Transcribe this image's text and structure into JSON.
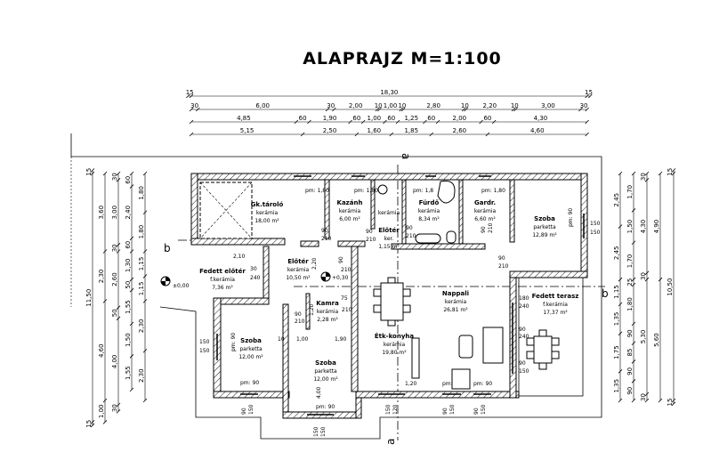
{
  "title": "ALAPRAJZ  M=1:100",
  "scale": "M=1:100",
  "top_dimensions": [
    [
      {
        "label": "15",
        "m": 0.15
      },
      {
        "label": "18,30",
        "m": 18.3
      },
      {
        "label": "15",
        "m": 0.15
      }
    ],
    [
      {
        "label": "30",
        "m": 0.3
      },
      {
        "label": "6,00",
        "m": 6.0
      },
      {
        "label": "30",
        "m": 0.3
      },
      {
        "label": "2,00",
        "m": 2.0
      },
      {
        "label": "10",
        "m": 0.1
      },
      {
        "label": "1,00",
        "m": 1.0
      },
      {
        "label": "10",
        "m": 0.1
      },
      {
        "label": "2,80",
        "m": 2.8
      },
      {
        "label": "10",
        "m": 0.1
      },
      {
        "label": "2,20",
        "m": 2.2
      },
      {
        "label": "10",
        "m": 0.1
      },
      {
        "label": "3,00",
        "m": 3.0
      },
      {
        "label": "30",
        "m": 0.3
      }
    ],
    [
      {
        "label": "4,85",
        "m": 4.85
      },
      {
        "label": "60",
        "m": 0.6
      },
      {
        "label": "1,90",
        "m": 1.9
      },
      {
        "label": "60",
        "m": 0.6
      },
      {
        "label": "1,00",
        "m": 1.0
      },
      {
        "label": "60",
        "m": 0.6
      },
      {
        "label": "1,25",
        "m": 1.25
      },
      {
        "label": "60",
        "m": 0.6
      },
      {
        "label": "2,00",
        "m": 2.0
      },
      {
        "label": "60",
        "m": 0.6
      },
      {
        "label": "4,30",
        "m": 4.3
      }
    ],
    [
      {
        "label": "5,15",
        "m": 5.15
      },
      {
        "label": "2,50",
        "m": 2.5
      },
      {
        "label": "1,60",
        "m": 1.6
      },
      {
        "label": "1,85",
        "m": 1.85
      },
      {
        "label": "2,60",
        "m": 2.6
      },
      {
        "label": "4,60",
        "m": 4.6
      }
    ]
  ],
  "left_dimensions": [
    [
      {
        "label": "15",
        "m": 0.15
      },
      {
        "label": "11,50",
        "m": 11.5
      },
      {
        "label": "15",
        "m": 0.15
      }
    ],
    [
      {
        "label": "3,60",
        "m": 3.6
      },
      {
        "label": "2,30",
        "m": 2.3
      },
      {
        "label": "4,60",
        "m": 4.6
      },
      {
        "label": "1,00",
        "m": 1.0
      }
    ],
    [
      {
        "label": "30",
        "m": 0.3
      },
      {
        "label": "3,00",
        "m": 3.0
      },
      {
        "label": "30",
        "m": 0.3
      },
      {
        "label": "2,60",
        "m": 2.6
      },
      {
        "label": "50",
        "m": 0.5
      },
      {
        "label": "4,00",
        "m": 4.0
      },
      {
        "label": "30",
        "m": 0.3
      }
    ],
    [
      {
        "label": "60",
        "m": 0.6
      },
      {
        "label": "2,40",
        "m": 2.4
      },
      {
        "label": "60",
        "m": 0.6
      },
      {
        "label": "1,30",
        "m": 1.3
      },
      {
        "label": "50",
        "m": 0.5
      },
      {
        "label": "1,55",
        "m": 1.55
      },
      {
        "label": "1,50",
        "m": 1.5
      },
      {
        "label": "1,55",
        "m": 1.55
      }
    ],
    [
      {
        "label": "1,80",
        "m": 1.8
      },
      {
        "label": "1,80",
        "m": 1.8
      },
      {
        "label": "1,15",
        "m": 1.15
      },
      {
        "label": "1,15",
        "m": 1.15
      },
      {
        "label": "2,30",
        "m": 2.3
      },
      {
        "label": "2,30",
        "m": 2.3
      }
    ]
  ],
  "right_dimensions": [
    [
      {
        "label": "2,45",
        "m": 2.45
      },
      {
        "label": "2,45",
        "m": 2.45
      },
      {
        "label": "1,15",
        "m": 1.15
      },
      {
        "label": "1,35",
        "m": 1.35
      },
      {
        "label": "1,75",
        "m": 1.75
      },
      {
        "label": "1,35",
        "m": 1.35
      }
    ],
    [
      {
        "label": "1,70",
        "m": 1.7
      },
      {
        "label": "1,50",
        "m": 1.5
      },
      {
        "label": "1,70",
        "m": 1.7
      },
      {
        "label": "25",
        "m": 0.25
      },
      {
        "label": "1,80",
        "m": 1.8
      },
      {
        "label": "90",
        "m": 0.9
      },
      {
        "label": "85",
        "m": 0.85
      },
      {
        "label": "90",
        "m": 0.9
      },
      {
        "label": "90",
        "m": 0.9
      }
    ],
    [
      {
        "label": "30",
        "m": 0.3
      },
      {
        "label": "4,30",
        "m": 4.3
      },
      {
        "label": "30",
        "m": 0.3
      },
      {
        "label": "5,30",
        "m": 5.3
      },
      {
        "label": "30",
        "m": 0.3
      }
    ],
    [
      {
        "label": "4,90",
        "m": 4.9
      },
      {
        "label": "5,60",
        "m": 5.6
      }
    ],
    [
      {
        "label": "15",
        "m": 0.15
      },
      {
        "label": "10,50",
        "m": 10.5
      },
      {
        "label": "15",
        "m": 0.15
      }
    ]
  ],
  "rooms": [
    {
      "name": "Gk.tároló",
      "floor": "kerámia",
      "area": "18,00 m²"
    },
    {
      "name": "Kazánh",
      "floor": "kerámia",
      "area": "6,00 m²"
    },
    {
      "name": "",
      "floor": "kerámia",
      "area": ""
    },
    {
      "name": "Fürdő",
      "floor": "kerámia",
      "area": "8,34 m²"
    },
    {
      "name": "Gardr.",
      "floor": "kerámia",
      "area": "6,60 m²"
    },
    {
      "name": "Szoba",
      "floor": "parketta",
      "area": "12,89 m²"
    },
    {
      "name": "Előtér",
      "floor": "ker.",
      "area": "1,15 m²"
    },
    {
      "name": "Előtér",
      "floor": "kerámia",
      "area": "10,50 m²"
    },
    {
      "name": "Fedett előtér",
      "floor": "f.kerámia",
      "area": "7,36 m²"
    },
    {
      "name": "Kamra",
      "floor": "kerámia",
      "area": "2,28 m²"
    },
    {
      "name": "Nappali",
      "floor": "kerámia",
      "area": "26,81 m²"
    },
    {
      "name": "Fedett terasz",
      "floor": "f.kerámia",
      "area": "17,37 m²"
    },
    {
      "name": "Szoba",
      "floor": "parketta",
      "area": "12,00 m²"
    },
    {
      "name": "Szoba",
      "floor": "parketta",
      "area": "12,00 m²"
    },
    {
      "name": "Étk-konyha",
      "floor": "kerámia",
      "area": "19,80 m²"
    }
  ],
  "annotations": [
    "pm: 1,80",
    "pm: 1,80",
    "pm: 1,8",
    "pm: 1,80",
    "90",
    "210",
    "90",
    "210",
    "90",
    "210",
    "90",
    "210",
    "90",
    "210",
    "30",
    "240",
    "2,10",
    "90",
    "210",
    "2,20",
    "75",
    "210",
    "1,20",
    "90",
    "210",
    "10",
    "1,00",
    "1,90",
    "4,00",
    "pm: 90",
    "pm: 90",
    "pm: 90",
    "150",
    "150",
    "150",
    "150",
    "pm: 90",
    "180",
    "240",
    "90",
    "240",
    "90",
    "150",
    "1,20",
    "pm:",
    "pm: 90",
    "90",
    "150",
    "150",
    "150",
    "150",
    "120",
    "90",
    "150",
    "90",
    "150"
  ],
  "levels": {
    "ground": "±0,00",
    "entry": "+0,30"
  },
  "sections": {
    "a": "a",
    "b": "b"
  }
}
